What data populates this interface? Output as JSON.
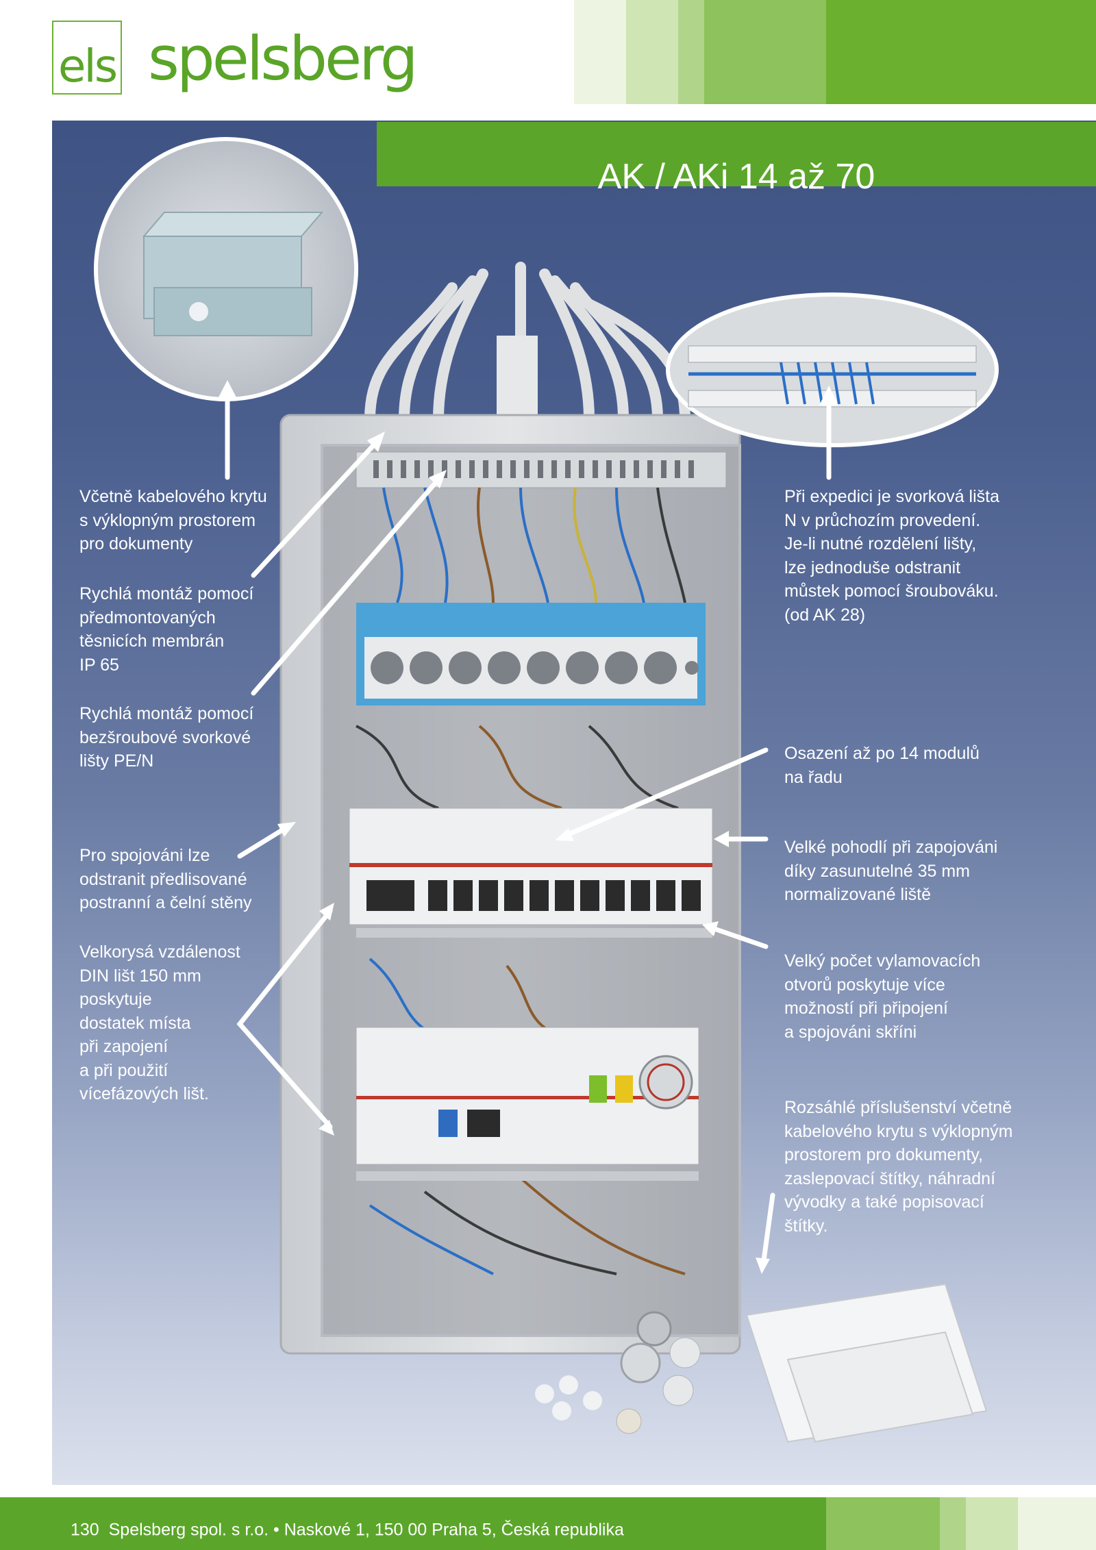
{
  "brand": {
    "mark": "els",
    "name": "spelsberg"
  },
  "header": {
    "title": "AK / AKi 14 až 70"
  },
  "callouts": {
    "left": [
      "Včetně kabelového krytu\ns výklopným prostorem\npro dokumenty",
      "Rychlá montáž pomocí\npředmontovaných\ntěsnicích membrán\nIP 65",
      "Rychlá montáž pomocí\nbezšroubové svorkové\nlišty PE/N",
      "Pro spojováni lze\nodstranit předlisované\npostranní a čelní stěny",
      "Velkorysá vzdálenost\nDIN lišt 150 mm\nposkytuje\ndostatek místa\npři zapojení\na při použití\nvícefázových lišt."
    ],
    "right": [
      "Při expedici je svorková lišta\nN v průchozím provedení.\nJe-li nutné rozdělení lišty,\nlze jednoduše odstranit\nmůstek pomocí šroubováku.\n(od AK 28)",
      "Osazení až po 14 modulů\nna řadu",
      "Velké pohodlí při zapojováni\ndíky zasunutelné 35 mm\nnormalizované liště",
      "Velký počet vylamovacích\notvorů poskytuje více\nmožností při připojení\na spojováni skříni",
      "Rozsáhlé příslušenství včetně\nkabelového krytu s výklopným\nprostorem pro dokumenty,\nzaslepovací štítky, náhradní\nvývodky a také popisovací\nštítky."
    ]
  },
  "footer": {
    "page_number": "130",
    "address": "Spelsberg spol. s r.o. • Naskové 1, 150 00 Praha 5, Česká republika"
  },
  "colors": {
    "brand_green": "#5ba62a",
    "panel_blue": "#3f5484"
  }
}
